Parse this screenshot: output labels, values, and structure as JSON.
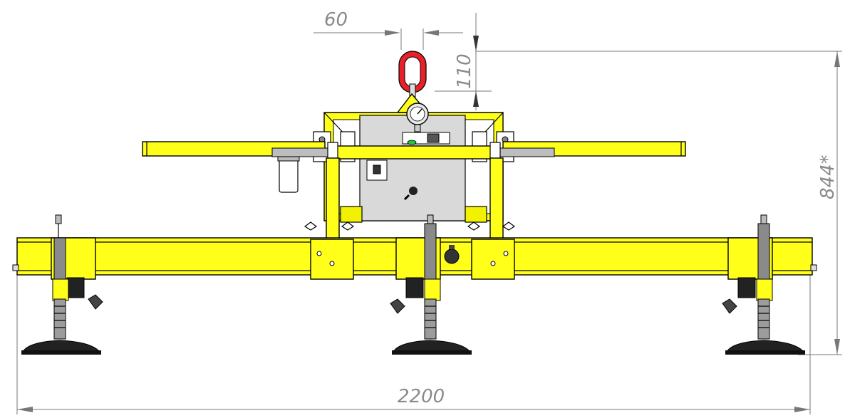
{
  "dimensions": {
    "width_total": "2200",
    "height_total": "844*",
    "hook_offset": "60",
    "hook_height": "110"
  },
  "colors": {
    "frame": "#ffff1a",
    "ring": "#e8202a",
    "housing": "#d9d9d9",
    "dimension_line": "#777777"
  },
  "icons": [
    "lifting-ring-icon",
    "pressure-gauge-icon",
    "vacuum-cup-icon",
    "handle-knob-icon"
  ]
}
